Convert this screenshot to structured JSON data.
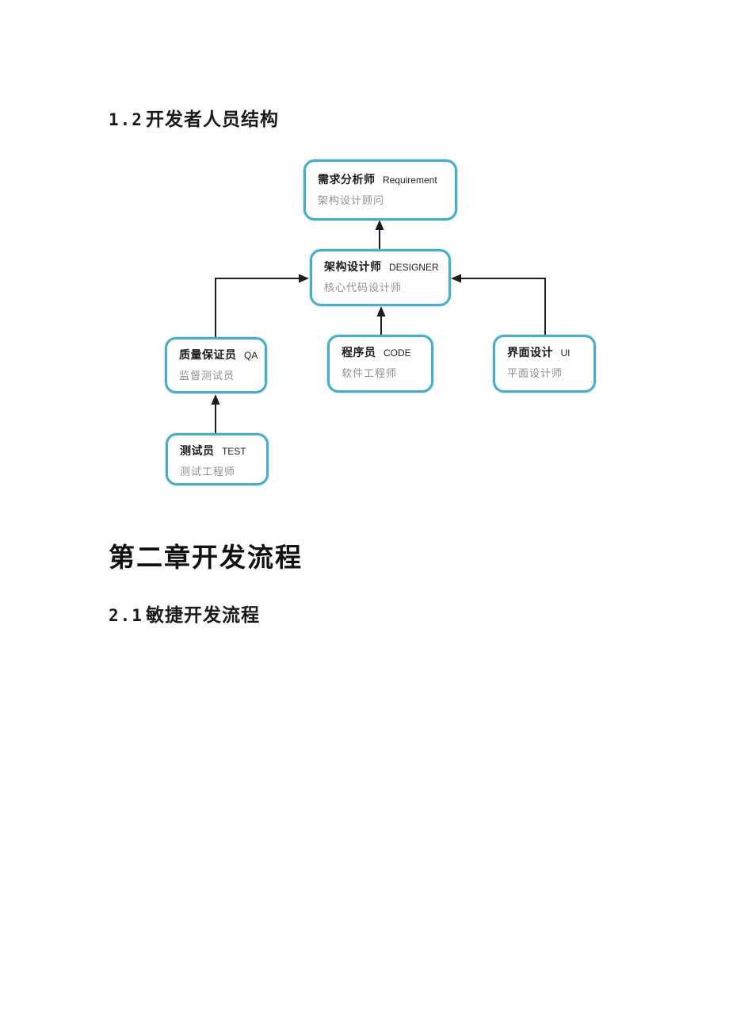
{
  "headings": {
    "section1": {
      "number": "1.2",
      "text": "开发者人员结构"
    },
    "chapter": "第二章开发流程",
    "section2": {
      "number": "2.1",
      "text": "敏捷开发流程"
    }
  },
  "diagram": {
    "accent_color": "#4bacc6",
    "arrow_color": "#1c1c1c",
    "subtitle_color": "#8f8f8f",
    "nodes": [
      {
        "id": "requirement",
        "title_zh": "需求分析师",
        "title_en": "Requirement",
        "subtitle": "架构设计顾问"
      },
      {
        "id": "designer",
        "title_zh": "架构设计师",
        "title_en": "DESIGNER",
        "subtitle": "核心代码设计师"
      },
      {
        "id": "qa",
        "title_zh": "质量保证员",
        "title_en": "QA",
        "subtitle": "监督测试员"
      },
      {
        "id": "code",
        "title_zh": "程序员",
        "title_en": "CODE",
        "subtitle": "软件工程师"
      },
      {
        "id": "ui",
        "title_zh": "界面设计",
        "title_en": "UI",
        "subtitle": "平面设计师"
      },
      {
        "id": "test",
        "title_zh": "测试员",
        "title_en": "TEST",
        "subtitle": "测试工程师"
      }
    ],
    "edges": [
      {
        "from": "designer",
        "to": "requirement"
      },
      {
        "from": "qa",
        "to": "designer"
      },
      {
        "from": "code",
        "to": "designer"
      },
      {
        "from": "ui",
        "to": "designer"
      },
      {
        "from": "test",
        "to": "qa"
      }
    ]
  }
}
